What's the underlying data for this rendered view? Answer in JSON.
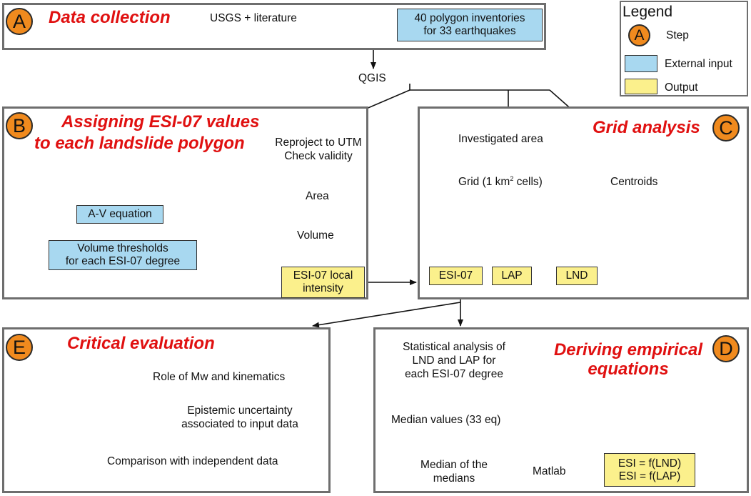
{
  "colors": {
    "step": "#f08a1e",
    "external_input": "#a8d8f0",
    "output": "#fbf08c",
    "title": "#e01010",
    "border": "#6e6e6e"
  },
  "panelA": {
    "letter": "A",
    "title": "Data collection",
    "source": "USGS + literature",
    "inventory_line1": "40 polygon inventories",
    "inventory_line2": "for 33 earthquakes"
  },
  "qgis": "QGIS",
  "panelB": {
    "letter": "B",
    "title_line1": "Assigning ESI-07 values",
    "title_line2": "to each landslide polygon",
    "reproject_line1": "Reproject to UTM",
    "reproject_line2": "Check validity",
    "area": "Area",
    "av_equation": "A-V equation",
    "volume": "Volume",
    "thresholds_line1": "Volume thresholds",
    "thresholds_line2": "for each ESI-07 degree",
    "esi_local_line1": "ESI-07 local",
    "esi_local_line2": "intensity"
  },
  "panelC": {
    "letter": "C",
    "title": "Grid analysis",
    "investigated": "Investigated area",
    "grid_prefix": "Grid (1 km",
    "grid_sup": "2",
    "grid_suffix": " cells)",
    "centroids": "Centroids",
    "esi07": "ESI-07",
    "lap": "LAP",
    "lnd": "LND"
  },
  "panelD": {
    "letter": "D",
    "title_line1": "Deriving empirical",
    "title_line2": "equations",
    "stat_line1": "Statistical analysis of",
    "stat_line2": "LND and LAP for",
    "stat_line3": "each ESI-07 degree",
    "median_values": "Median values (33 eq)",
    "median_line1": "Median of the",
    "median_line2": "medians",
    "matlab": "Matlab",
    "eq1": "ESI = f(LND)",
    "eq2": "ESI = f(LAP)"
  },
  "panelE": {
    "letter": "E",
    "title": "Critical evaluation",
    "item1": "Role of Mw and kinematics",
    "item2_line1": "Epistemic uncertainty",
    "item2_line2": "associated to input data",
    "item3": "Comparison with independent data"
  },
  "legend": {
    "title": "Legend",
    "step_letter": "A",
    "step": "Step",
    "external": "External input",
    "output": "Output"
  }
}
